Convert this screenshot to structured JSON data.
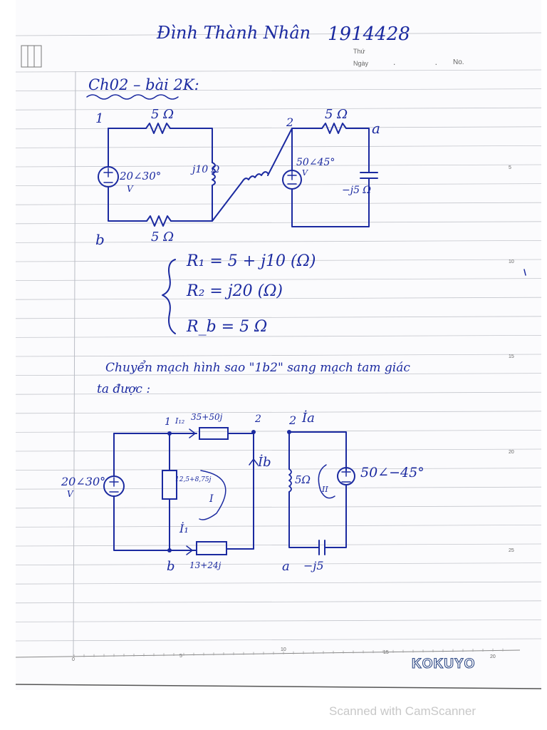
{
  "header": {
    "name": "Đình Thành Nhân",
    "student_id": "1914428",
    "label_thu": "Thứ",
    "label_ngay": "Ngày",
    "label_no": "No.",
    "page_dots": ". ."
  },
  "title": "Ch02 – bài 2K:",
  "circuit1": {
    "node_1": "1",
    "node_2": "2",
    "node_a": "a",
    "node_b": "b",
    "r_top": "5 Ω",
    "r_bottom": "5 Ω",
    "r_right": "5 Ω",
    "source_left": "20∠30°",
    "source_left_unit": "V",
    "inductor_label": "j10 Ω",
    "source_right": "50∠45°",
    "source_right_unit": "V",
    "capacitor_label": "−j5 Ω"
  },
  "equations": [
    "R₁ = 5 + j10 (Ω)",
    "R₂ = j20 (Ω)",
    "R_b = 5 Ω"
  ],
  "sentence_line1": "Chuyển mạch hình sao \"1b2\" sang mạch tam giác",
  "sentence_line2": "ta được :",
  "circuit2": {
    "source_left": "20∠30°",
    "source_left_unit": "V",
    "node_1": "1",
    "node_2_left": "2",
    "node_2_right": "2",
    "node_b": "b",
    "node_a": "a",
    "current_top": "I₁₂",
    "z_top": "35+50j",
    "current_a": "İa",
    "z_vertical": "12,5+8,75j",
    "loop_1": "I",
    "current_b": "İb",
    "current_1": "İ₁",
    "z_bottom": "13+24j",
    "r_mid": "5Ω",
    "loop_2": "II",
    "source_right": "50∠−45°",
    "capacitor": "−j5"
  },
  "ruler": {
    "bottom_marks": [
      "0",
      "5",
      "10",
      "15",
      "20"
    ],
    "side_marks": [
      "5",
      "10",
      "15",
      "20",
      "25"
    ]
  },
  "brand": "KOKUYO",
  "scanner_watermark": "Scanned with CamScanner"
}
